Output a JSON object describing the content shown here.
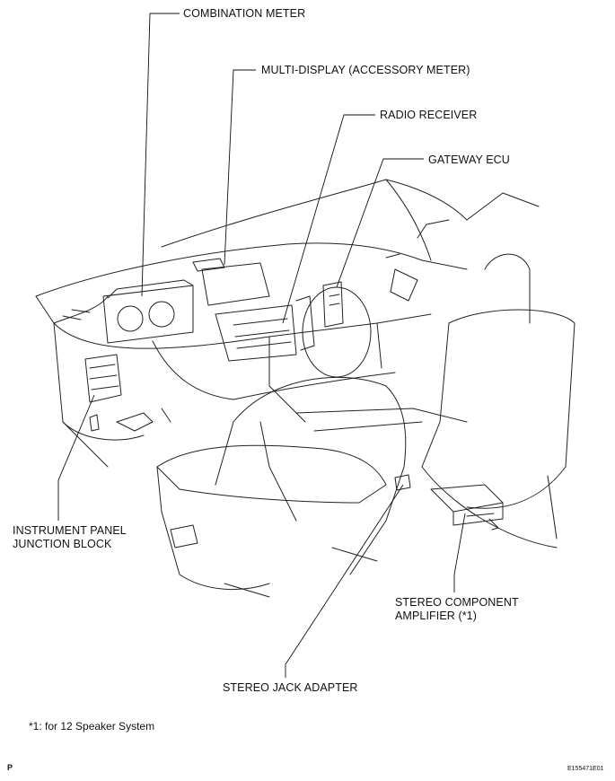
{
  "callouts": {
    "combination_meter": "COMBINATION METER",
    "multi_display": "MULTI-DISPLAY (ACCESSORY METER)",
    "radio_receiver": "RADIO RECEIVER",
    "gateway_ecu": "GATEWAY ECU",
    "instrument_panel_junction_block": "INSTRUMENT PANEL\nJUNCTION BLOCK",
    "stereo_component_amplifier": "STEREO COMPONENT\nAMPLIFIER (*1)",
    "stereo_jack_adapter": "STEREO JACK ADAPTER"
  },
  "footnote": "*1: for 12 Speaker System",
  "corner_mark": "P",
  "figure_code": "E155471E01"
}
